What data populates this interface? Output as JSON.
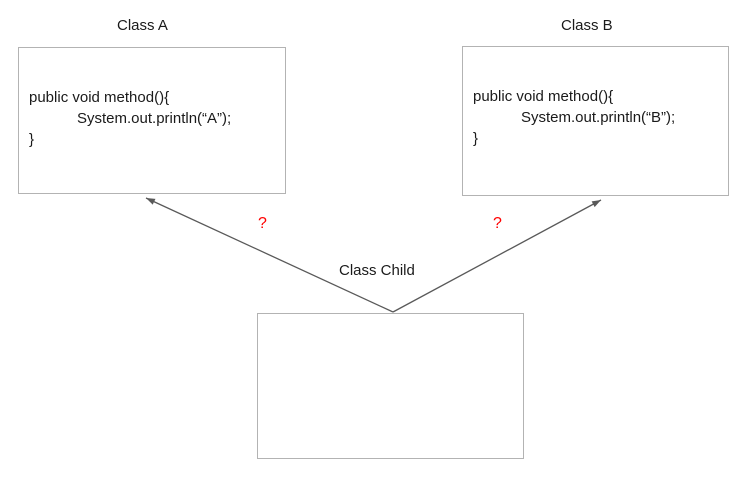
{
  "diagram": {
    "classes": [
      {
        "title": "Class A",
        "code_lines": [
          "public void method(){",
          "System.out.println(“A”);",
          "}"
        ]
      },
      {
        "title": "Class B",
        "code_lines": [
          "public void method(){",
          "System.out.println(“B”);",
          "}"
        ]
      }
    ],
    "child": {
      "title": "Class Child"
    },
    "edges": [
      {
        "from": "Class Child",
        "to": "Class A",
        "label": "?"
      },
      {
        "from": "Class Child",
        "to": "Class B",
        "label": "?"
      }
    ],
    "colors": {
      "text": "#1a1a1a",
      "border": "#b3b3b3",
      "arrow": "#595959",
      "question": "#ff0000",
      "background": "#ffffff"
    }
  }
}
